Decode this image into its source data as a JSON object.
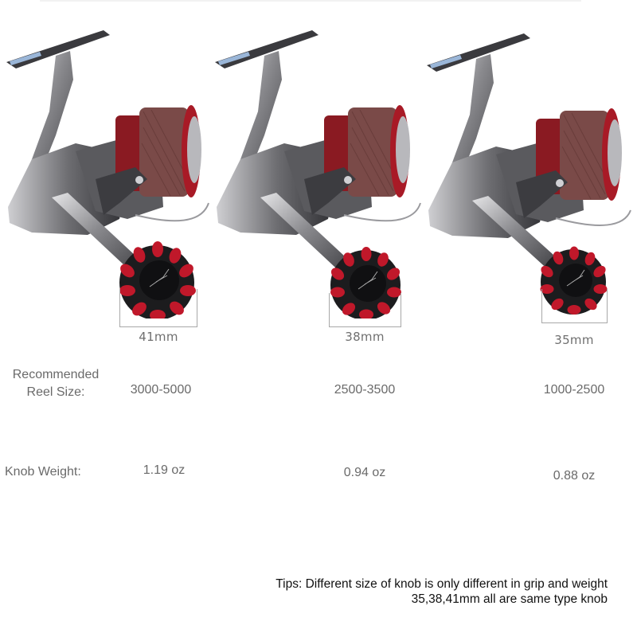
{
  "products": [
    {
      "knob_size": "41mm",
      "reel_size": "3000-5000",
      "knob_weight": "1.19 oz"
    },
    {
      "knob_size": "38mm",
      "reel_size": "2500-3500",
      "knob_weight": "0.94 oz"
    },
    {
      "knob_size": "35mm",
      "reel_size": "1000-2500",
      "knob_weight": "0.88 oz"
    }
  ],
  "labels": {
    "reel_size_line1": "Recommended",
    "reel_size_line2": "Reel Size:",
    "knob_weight": "Knob Weight:"
  },
  "tips": {
    "line1": "Tips: Different size of knob is only different in grip and weight",
    "line2": "35,38,41mm all are same type knob"
  },
  "colors": {
    "knob_red": "#c0182a",
    "knob_black": "#1c1c1e",
    "line_brown": "#7a4a48",
    "text_gray": "#6a6a6a"
  }
}
